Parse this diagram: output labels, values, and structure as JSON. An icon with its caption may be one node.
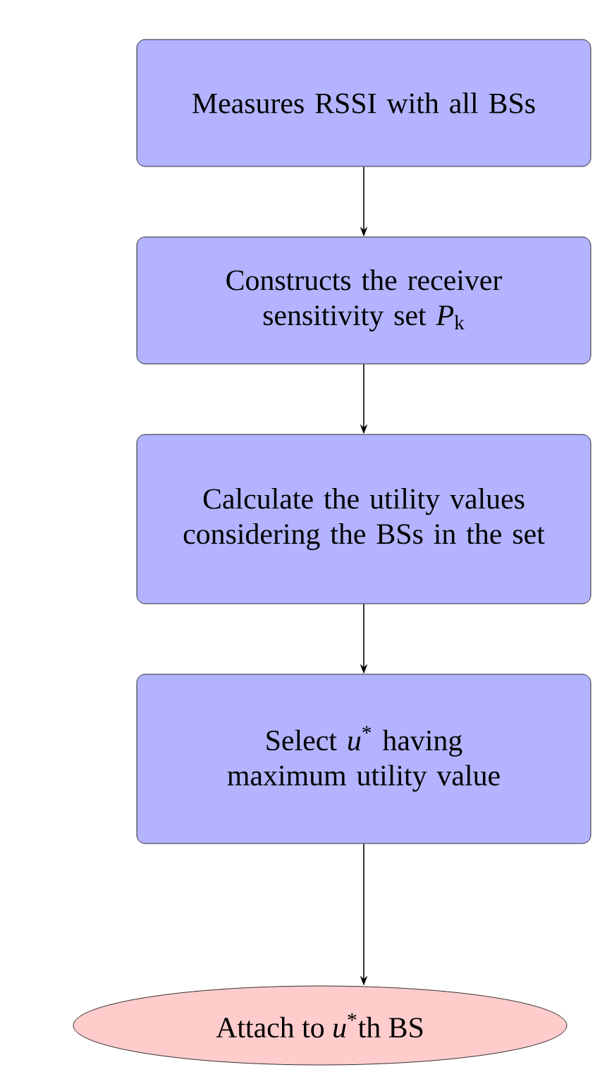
{
  "diagram": {
    "nodes": [
      {
        "text": [
          "Measures RSSI with all BSs"
        ]
      },
      {
        "text": [
          "Constructs the receiver sensitivity set *P*$_{k}$"
        ]
      },
      {
        "text": [
          "Calculate the utility values considering the BSs in the set"
        ]
      },
      {
        "text": [
          "Select *u*$^{*}$ having maximum utility value"
        ]
      },
      {
        "text": [
          "Attach to *u*$^{*}$th BS"
        ]
      }
    ],
    "edges": [
      {
        "from": 0,
        "to": 1,
        "arrow": "to"
      },
      {
        "from": 1,
        "to": 2,
        "arrow": "to"
      },
      {
        "from": 2,
        "to": 3,
        "arrow": "to"
      },
      {
        "from": 3,
        "to": 4,
        "arrow": "to"
      }
    ]
  }
}
